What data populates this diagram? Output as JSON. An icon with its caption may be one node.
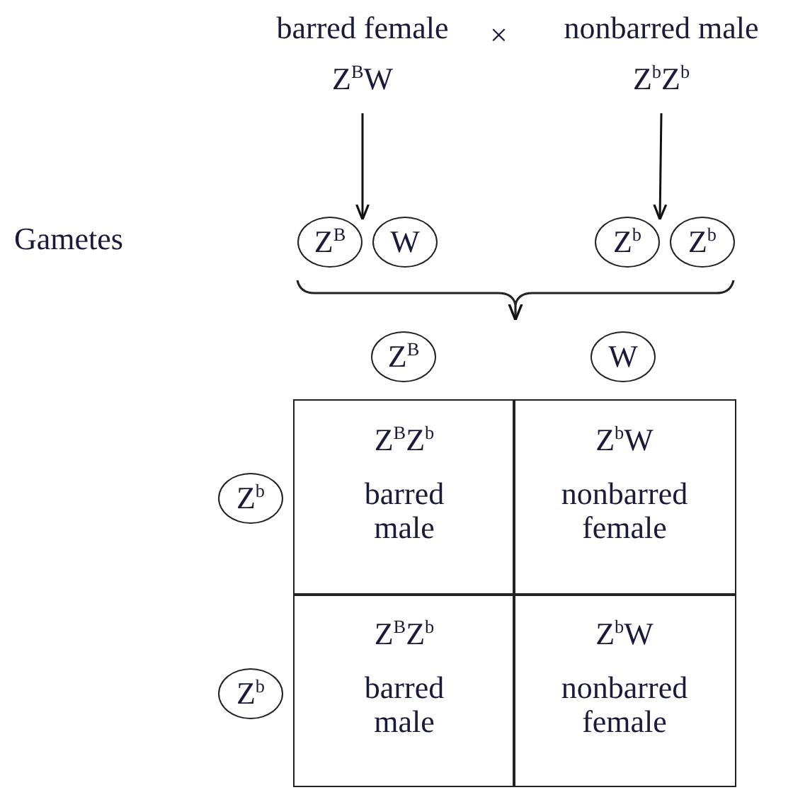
{
  "diagram": {
    "nodes": [
      {
        "text": [
          "barred female",
          "Z$^{B}$W"
        ]
      },
      {
        "text": [
          "nonbarred male",
          "Z$^{b}$Z$^{b}$"
        ]
      },
      {
        "text": [
          "Z$^{B}$"
        ]
      },
      {
        "text": [
          "W"
        ]
      },
      {
        "text": [
          "Z$^{b}$"
        ]
      },
      {
        "text": [
          "Z$^{b}$"
        ]
      },
      {
        "text": [
          "Z$^{B}$"
        ]
      },
      {
        "text": [
          "W"
        ]
      },
      {
        "text": [
          "Z$^{b}$"
        ]
      },
      {
        "text": [
          "Z$^{b}$"
        ]
      },
      {
        "text": [
          "Z$^{B}$Z$^{b}$",
          "barred male"
        ]
      },
      {
        "text": [
          "Z$^{b}$W",
          "nonbarred female"
        ]
      },
      {
        "text": [
          "Z$^{B}$Z$^{b}$",
          "barred male"
        ]
      },
      {
        "text": [
          "Z$^{b}$W",
          "nonbarred female"
        ]
      }
    ],
    "edges": [
      {
        "from": 0,
        "to": 2,
        "arrow": "to"
      },
      {
        "from": 1,
        "to": 4,
        "arrow": "to"
      }
    ],
    "labels": [
      "×",
      "Gametes"
    ]
  }
}
